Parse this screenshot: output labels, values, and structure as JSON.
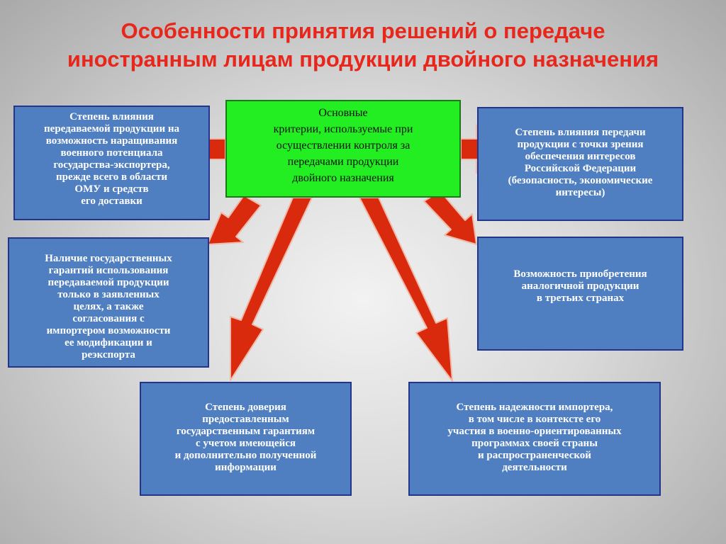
{
  "title": [
    "Особенности принятия решений о передаче",
    "иностранным лицам продукции двойного назначения"
  ],
  "center_box": [
    "Основные",
    "критерии, используемые при",
    "осуществлении контроля за",
    "передачами продукции",
    "двойного назначения"
  ],
  "boxes": {
    "top_left": [
      "Степень влияния",
      "передаваемой продукции на",
      "возможность наращивания",
      "военного потенциала",
      "государства-экспортера,",
      "прежде всего в области",
      "ОМУ и средств",
      "его доставки"
    ],
    "middle_left": [
      "Наличие государственных",
      "гарантий использования",
      "передаваемой продукции",
      "только в заявленных",
      "целях, а также",
      "согласования с",
      "импортером возможности",
      "ее модификации и",
      "реэкспорта"
    ],
    "bottom_left": [
      "Степень доверия",
      "предоставленным",
      "государственным гарантиям",
      "с учетом имеющейся",
      "и дополнительно полученной",
      "информации"
    ],
    "top_right": [
      "Степень влияния передачи",
      "продукции с точки зрения",
      "обеспечения интересов",
      "Российской Федерации",
      "(безопасность, экономические",
      "интересы)"
    ],
    "middle_right": [
      "Возможность приобретения",
      "аналогичной продукции",
      "в третьих странах"
    ],
    "bottom_right": [
      "Степень надежности импортера,",
      "в том числе в контексте его",
      "участия в военно-ориентированных",
      "программах своей страны",
      "и распространенческой",
      "деятельности"
    ]
  },
  "colors": {
    "title": "#e8271c",
    "box_fill": "#4f7fc0",
    "box_border": "#23358a",
    "center_fill": "#22ee22",
    "arrow_fill": "#d92a0e",
    "arrow_stroke": "#f1b9a8"
  }
}
